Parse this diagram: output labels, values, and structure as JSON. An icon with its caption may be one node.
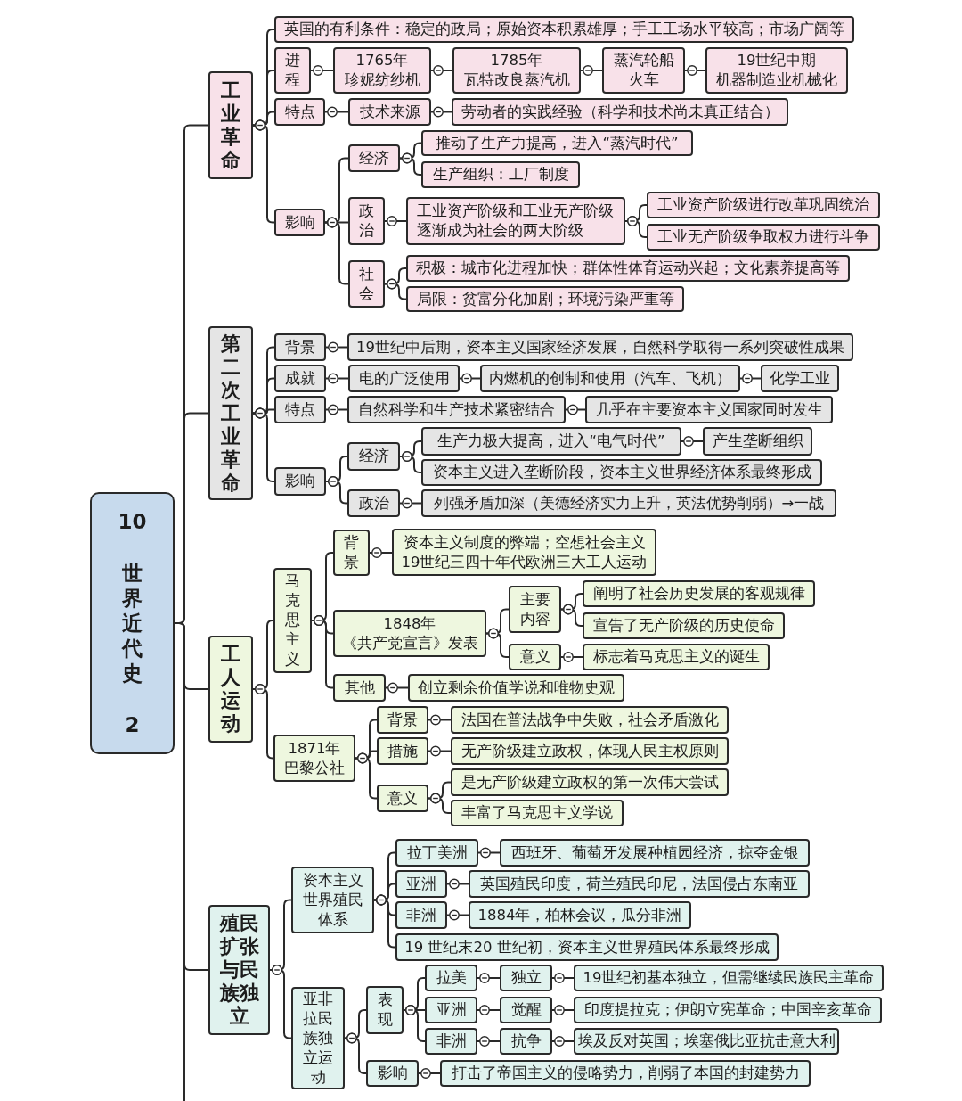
{
  "diagram": {
    "nodes": [
      {
        "text": [
          "10",
          "世界近代史",
          "2"
        ]
      },
      {
        "text": [
          "工业革命"
        ]
      },
      {
        "text": [
          "英国的有利条件：稳定的政局；原始资本积累雄厚；手工工场水平较高；市场广阔等"
        ]
      },
      {
        "text": [
          "进程"
        ]
      },
      {
        "text": [
          "1765年",
          "珍妮纺纱机"
        ]
      },
      {
        "text": [
          "1785年",
          "瓦特改良蒸汽机"
        ]
      },
      {
        "text": [
          "蒸汽轮船",
          "火车"
        ]
      },
      {
        "text": [
          "19世纪中期",
          "机器制造业机械化"
        ]
      },
      {
        "text": [
          "特点"
        ]
      },
      {
        "text": [
          "技术来源"
        ]
      },
      {
        "text": [
          "劳动者的实践经验（科学和技术尚未真正结合）"
        ]
      },
      {
        "text": [
          "影响"
        ]
      },
      {
        "text": [
          "经济"
        ]
      },
      {
        "text": [
          "推动了生产力提高，进入“蒸汽时代”"
        ]
      },
      {
        "text": [
          "生产组织：工厂制度"
        ]
      },
      {
        "text": [
          "政治"
        ]
      },
      {
        "text": [
          "工业资产阶级和工业无产阶级逐渐成为社会的两大阶级"
        ]
      },
      {
        "text": [
          "工业资产阶级进行改革巩固统治"
        ]
      },
      {
        "text": [
          "工业无产阶级争取权力进行斗争"
        ]
      },
      {
        "text": [
          "社会"
        ]
      },
      {
        "text": [
          "积极：城市化进程加快；群体性体育运动兴起；文化素养提高等"
        ]
      },
      {
        "text": [
          "局限：贫富分化加剧；环境污染严重等"
        ]
      },
      {
        "text": [
          "第二次工业革命"
        ]
      },
      {
        "text": [
          "背景"
        ]
      },
      {
        "text": [
          "19世纪中后期，资本主义国家经济发展，自然科学取得一系列突破性成果"
        ]
      },
      {
        "text": [
          "成就"
        ]
      },
      {
        "text": [
          "电的广泛使用"
        ]
      },
      {
        "text": [
          "内燃机的创制和使用（汽车、飞机）"
        ]
      },
      {
        "text": [
          "化学工业"
        ]
      },
      {
        "text": [
          "特点"
        ]
      },
      {
        "text": [
          "自然科学和生产技术紧密结合"
        ]
      },
      {
        "text": [
          "几乎在主要资本主义国家同时发生"
        ]
      },
      {
        "text": [
          "影响"
        ]
      },
      {
        "text": [
          "经济"
        ]
      },
      {
        "text": [
          "生产力极大提高，进入“电气时代”"
        ]
      },
      {
        "text": [
          "产生垄断组织"
        ]
      },
      {
        "text": [
          "资本主义进入垄断阶段，资本主义世界经济体系最终形成"
        ]
      },
      {
        "text": [
          "政治"
        ]
      },
      {
        "text": [
          "列强矛盾加深（美德经济实力上升，英法优势削弱）→一战"
        ]
      },
      {
        "text": [
          "工人运动"
        ]
      },
      {
        "text": [
          "马克思主义"
        ]
      },
      {
        "text": [
          "背景"
        ]
      },
      {
        "text": [
          "资本主义制度的弊端；空想社会主义",
          "19世纪三四十年代欧洲三大工人运动"
        ]
      },
      {
        "text": [
          "1848年",
          "《共产党宣言》发表"
        ]
      },
      {
        "text": [
          "主要内容"
        ]
      },
      {
        "text": [
          "阐明了社会历史发展的客观规律"
        ]
      },
      {
        "text": [
          "宣告了无产阶级的历史使命"
        ]
      },
      {
        "text": [
          "意义"
        ]
      },
      {
        "text": [
          "标志着马克思主义的诞生"
        ]
      },
      {
        "text": [
          "其他"
        ]
      },
      {
        "text": [
          "创立剩余价值学说和唯物史观"
        ]
      },
      {
        "text": [
          "1871年",
          "巴黎公社"
        ]
      },
      {
        "text": [
          "背景"
        ]
      },
      {
        "text": [
          "法国在普法战争中失败，社会矛盾激化"
        ]
      },
      {
        "text": [
          "措施"
        ]
      },
      {
        "text": [
          "无产阶级建立政权，体现人民主权原则"
        ]
      },
      {
        "text": [
          "意义"
        ]
      },
      {
        "text": [
          "是无产阶级建立政权的第一次伟大尝试"
        ]
      },
      {
        "text": [
          "丰富了马克思主义学说"
        ]
      },
      {
        "text": [
          "殖民扩张与民族独立"
        ]
      },
      {
        "text": [
          "资本主义世界殖民体系"
        ]
      },
      {
        "text": [
          "拉丁美洲"
        ]
      },
      {
        "text": [
          "西班牙、葡萄牙发展种植园经济，掠夺金银"
        ]
      },
      {
        "text": [
          "亚洲"
        ]
      },
      {
        "text": [
          "英国殖民印度，荷兰殖民印尼，法国侵占东南亚"
        ]
      },
      {
        "text": [
          "非洲"
        ]
      },
      {
        "text": [
          "1884年，柏林会议，瓜分非洲"
        ]
      },
      {
        "text": [
          "19 世纪末20 世纪初，资本主义世界殖民体系最终形成"
        ]
      },
      {
        "text": [
          "亚非拉民族独立运动"
        ]
      },
      {
        "text": [
          "表现"
        ]
      },
      {
        "text": [
          "拉美"
        ]
      },
      {
        "text": [
          "独立"
        ]
      },
      {
        "text": [
          "19世纪初基本独立，但需继续民族民主革命"
        ]
      },
      {
        "text": [
          "亚洲"
        ]
      },
      {
        "text": [
          "觉醒"
        ]
      },
      {
        "text": [
          "印度提拉克；伊朗立宪革命；中国辛亥革命"
        ]
      },
      {
        "text": [
          "非洲"
        ]
      },
      {
        "text": [
          "抗争"
        ]
      },
      {
        "text": [
          "埃及反对英国；埃塞俄比亚抗击意大利"
        ]
      },
      {
        "text": [
          "影响"
        ]
      },
      {
        "text": [
          "打击了帝国主义的侵略势力，削弱了本国的封建势力"
        ]
      }
    ],
    "edges": [
      {
        "from": 0,
        "to": 1,
        "arrow": "none"
      },
      {
        "from": 0,
        "to": 22,
        "arrow": "none"
      },
      {
        "from": 0,
        "to": 39,
        "arrow": "none"
      },
      {
        "from": 0,
        "to": 59,
        "arrow": "none"
      },
      {
        "from": 0,
        "to": null,
        "arrow": "none"
      },
      {
        "from": 1,
        "to": 2,
        "arrow": "other"
      },
      {
        "from": 1,
        "to": 3,
        "arrow": "other"
      },
      {
        "from": 1,
        "to": 8,
        "arrow": "other"
      },
      {
        "from": 1,
        "to": 11,
        "arrow": "other"
      },
      {
        "from": 3,
        "to": 4,
        "arrow": "other"
      },
      {
        "from": 4,
        "to": 5,
        "arrow": "other"
      },
      {
        "from": 5,
        "to": 6,
        "arrow": "other"
      },
      {
        "from": 6,
        "to": 7,
        "arrow": "other"
      },
      {
        "from": 8,
        "to": 9,
        "arrow": "other"
      },
      {
        "from": 9,
        "to": 10,
        "arrow": "other"
      },
      {
        "from": 11,
        "to": 12,
        "arrow": "other"
      },
      {
        "from": 11,
        "to": 15,
        "arrow": "other"
      },
      {
        "from": 11,
        "to": 19,
        "arrow": "other"
      },
      {
        "from": 12,
        "to": 13,
        "arrow": "other"
      },
      {
        "from": 12,
        "to": 14,
        "arrow": "other"
      },
      {
        "from": 15,
        "to": 16,
        "arrow": "other"
      },
      {
        "from": 16,
        "to": 17,
        "arrow": "other"
      },
      {
        "from": 16,
        "to": 18,
        "arrow": "other"
      },
      {
        "from": 19,
        "to": 20,
        "arrow": "other"
      },
      {
        "from": 19,
        "to": 21,
        "arrow": "other"
      },
      {
        "from": 22,
        "to": 23,
        "arrow": "other"
      },
      {
        "from": 22,
        "to": 25,
        "arrow": "other"
      },
      {
        "from": 22,
        "to": 29,
        "arrow": "other"
      },
      {
        "from": 22,
        "to": 32,
        "arrow": "other"
      },
      {
        "from": 23,
        "to": 24,
        "arrow": "other"
      },
      {
        "from": 25,
        "to": 26,
        "arrow": "other"
      },
      {
        "from": 26,
        "to": 27,
        "arrow": "other"
      },
      {
        "from": 27,
        "to": 28,
        "arrow": "other"
      },
      {
        "from": 29,
        "to": 30,
        "arrow": "other"
      },
      {
        "from": 30,
        "to": 31,
        "arrow": "other"
      },
      {
        "from": 32,
        "to": 33,
        "arrow": "other"
      },
      {
        "from": 32,
        "to": 37,
        "arrow": "other"
      },
      {
        "from": 33,
        "to": 34,
        "arrow": "other"
      },
      {
        "from": 33,
        "to": 36,
        "arrow": "other"
      },
      {
        "from": 34,
        "to": 35,
        "arrow": "other"
      },
      {
        "from": 37,
        "to": 38,
        "arrow": "other"
      },
      {
        "from": 39,
        "to": 40,
        "arrow": "other"
      },
      {
        "from": 39,
        "to": 51,
        "arrow": "other"
      },
      {
        "from": 40,
        "to": 41,
        "arrow": "other"
      },
      {
        "from": 40,
        "to": 43,
        "arrow": "other"
      },
      {
        "from": 40,
        "to": 49,
        "arrow": "other"
      },
      {
        "from": 41,
        "to": 42,
        "arrow": "other"
      },
      {
        "from": 43,
        "to": 44,
        "arrow": "other"
      },
      {
        "from": 43,
        "to": 47,
        "arrow": "other"
      },
      {
        "from": 44,
        "to": 45,
        "arrow": "other"
      },
      {
        "from": 44,
        "to": 46,
        "arrow": "other"
      },
      {
        "from": 47,
        "to": 48,
        "arrow": "other"
      },
      {
        "from": 49,
        "to": 50,
        "arrow": "other"
      },
      {
        "from": 51,
        "to": 52,
        "arrow": "other"
      },
      {
        "from": 51,
        "to": 54,
        "arrow": "other"
      },
      {
        "from": 51,
        "to": 56,
        "arrow": "other"
      },
      {
        "from": 52,
        "to": 53,
        "arrow": "other"
      },
      {
        "from": 54,
        "to": 55,
        "arrow": "other"
      },
      {
        "from": 56,
        "to": 57,
        "arrow": "other"
      },
      {
        "from": 56,
        "to": 58,
        "arrow": "other"
      },
      {
        "from": 59,
        "to": 60,
        "arrow": "other"
      },
      {
        "from": 59,
        "to": 68,
        "arrow": "other"
      },
      {
        "from": 60,
        "to": 61,
        "arrow": "other"
      },
      {
        "from": 60,
        "to": 63,
        "arrow": "other"
      },
      {
        "from": 60,
        "to": 65,
        "arrow": "other"
      },
      {
        "from": 60,
        "to": 67,
        "arrow": "other"
      },
      {
        "from": 61,
        "to": 62,
        "arrow": "other"
      },
      {
        "from": 63,
        "to": 64,
        "arrow": "other"
      },
      {
        "from": 65,
        "to": 66,
        "arrow": "other"
      },
      {
        "from": 68,
        "to": 69,
        "arrow": "other"
      },
      {
        "from": 68,
        "to": 79,
        "arrow": "other"
      },
      {
        "from": 69,
        "to": 70,
        "arrow": "other"
      },
      {
        "from": 69,
        "to": 73,
        "arrow": "other"
      },
      {
        "from": 69,
        "to": 76,
        "arrow": "other"
      },
      {
        "from": 70,
        "to": 71,
        "arrow": "other"
      },
      {
        "from": 71,
        "to": 72,
        "arrow": "other"
      },
      {
        "from": 73,
        "to": 74,
        "arrow": "other"
      },
      {
        "from": 74,
        "to": 75,
        "arrow": "other"
      },
      {
        "from": 76,
        "to": 77,
        "arrow": "other"
      },
      {
        "from": 77,
        "to": 78,
        "arrow": "other"
      },
      {
        "from": 79,
        "to": 80,
        "arrow": "other"
      }
    ]
  }
}
